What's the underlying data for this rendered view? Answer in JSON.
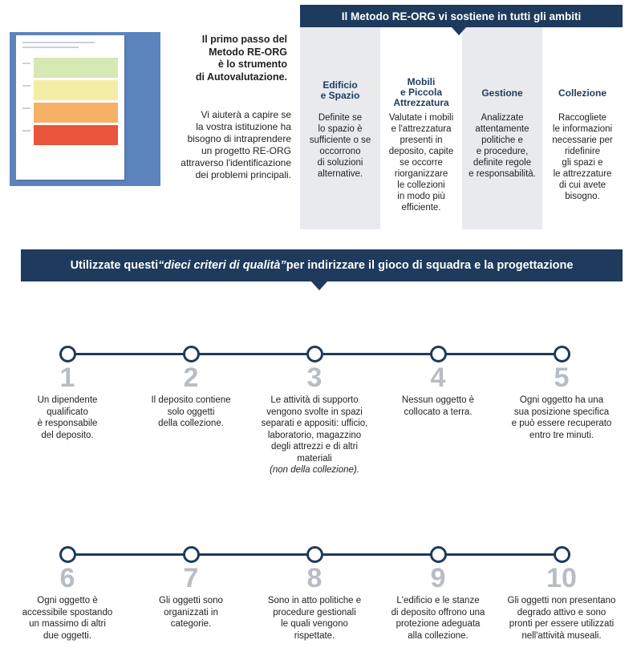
{
  "intro": {
    "title_lines": [
      "Il primo passo del",
      "Metodo RE-ORG",
      "è lo strumento",
      "di Autovalutazione."
    ],
    "desc_lines": [
      "Vi aiuterà a capire se",
      "la vostra istituzione ha",
      "bisogno di intraprendere",
      "un progetto RE-ORG",
      "attraverso l'identificazione",
      "dei problemi principali."
    ]
  },
  "method": {
    "heading": "Il Metodo RE-ORG vi sostiene in tutti gli ambiti",
    "columns": [
      {
        "title_lines": [
          "Edificio",
          "e Spazio"
        ],
        "desc_lines": [
          "Definite se",
          "lo spazio è",
          "sufficiente o se",
          "occorrono",
          "di soluzioni",
          "alternative."
        ]
      },
      {
        "title_lines": [
          "Mobili",
          "e Piccola",
          "Attrezzatura"
        ],
        "desc_lines": [
          "Valutate i mobili",
          "e l'attrezzatura",
          "presenti in",
          "deposito, capite",
          "se occorre",
          "riorganizzare",
          "le collezioni",
          "in modo più",
          "efficiente."
        ]
      },
      {
        "title_lines": [
          "Gestione"
        ],
        "desc_lines": [
          "Analizzate",
          "attentamente",
          "politiche e",
          "e procedure,",
          "definite regole",
          "e responsabilità."
        ]
      },
      {
        "title_lines": [
          "Collezione"
        ],
        "desc_lines": [
          "Raccogliete",
          "le informazioni",
          "necessarie per",
          "ridefinire",
          "gli spazi e",
          "le attrezzature",
          "di cui avete",
          "bisogno."
        ]
      }
    ]
  },
  "criteria_banner": {
    "prefix": "Utilizzate questi ",
    "emph": "“dieci criteri di qualità”",
    "suffix": " per indirizzare il gioco di squadra e la progettazione"
  },
  "criteria": [
    {
      "number": "1",
      "lines": [
        "Un dipendente",
        "qualificato",
        "è responsabile",
        "del deposito."
      ]
    },
    {
      "number": "2",
      "lines": [
        "Il deposito contiene",
        "solo oggetti",
        "della collezione."
      ]
    },
    {
      "number": "3",
      "lines": [
        "Le attività di supporto",
        "vengono svolte in spazi",
        "separati e appositi: ufficio,",
        "laboratorio, magazzino",
        "degli attrezzi e di altri materiali"
      ],
      "italic_line": "(non della collezione)."
    },
    {
      "number": "4",
      "lines": [
        "Nessun oggetto è",
        "collocato a terra."
      ]
    },
    {
      "number": "5",
      "lines": [
        "Ogni oggetto ha una",
        "sua posizione specifica",
        "e può essere recuperato",
        "entro tre minuti."
      ]
    },
    {
      "number": "6",
      "lines": [
        "Ogni oggetto è",
        "accessibile spostando",
        "un massimo di altri",
        "due oggetti."
      ]
    },
    {
      "number": "7",
      "lines": [
        "Gli oggetti sono",
        "organizzati in",
        "categorie."
      ]
    },
    {
      "number": "8",
      "lines": [
        "Sono in atto politiche e",
        "procedure gestionali",
        "le quali vengono",
        "rispettate."
      ]
    },
    {
      "number": "9",
      "lines": [
        "L'edificio e le stanze",
        "di deposito offrono una",
        "protezione adeguata",
        "alla collezione."
      ]
    },
    {
      "number": "10",
      "lines": [
        "Gli oggetti non presentano",
        "degrado attivo e sono",
        "pronti per essere utilizzati",
        "nell'attività museali."
      ]
    }
  ],
  "colors": {
    "navy": "#1e3a5c",
    "grey_panel": "#e8eaee",
    "blue": "#5b84bd"
  }
}
